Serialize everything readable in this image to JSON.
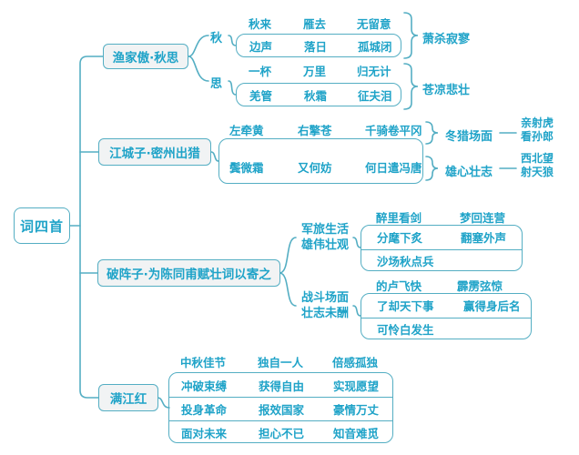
{
  "colors": {
    "accent_text": "#1fa3c8",
    "line": "#54aec3",
    "node_fill": "#f1f3f4",
    "background": "#ffffff"
  },
  "root": {
    "label": "词四首"
  },
  "branch1": {
    "title": "渔家傲·秋思",
    "sections": [
      {
        "label": "秋",
        "row1": [
          "秋来",
          "雁去",
          "无留意"
        ],
        "row2": [
          "边声",
          "落日",
          "孤城闭"
        ],
        "summary": "萧杀寂寥"
      },
      {
        "label": "思",
        "row1": [
          "一杯",
          "万里",
          "归无计"
        ],
        "row2": [
          "羌管",
          "秋霜",
          "征夫泪"
        ],
        "summary": "苍凉悲壮"
      }
    ]
  },
  "branch2": {
    "title": "江城子·密州出猎",
    "row1": {
      "phrases": [
        "左牵黄",
        "右擎苍",
        "千骑卷平冈"
      ],
      "summary": "冬猎场面",
      "endings": [
        "亲射虎",
        "看孙郎"
      ]
    },
    "row2": {
      "phrases": [
        "鬓微霜",
        "又何妨",
        "何日遣冯唐"
      ],
      "summary": "雄心壮志",
      "endings": [
        "西北望",
        "射天狼"
      ]
    }
  },
  "branch3": {
    "title": "破阵子·为陈同甫赋壮词以寄之",
    "sections": [
      {
        "label_lines": [
          "军旅生活",
          "雄伟壮观"
        ],
        "row1": [
          "醉里看剑",
          "梦回连营"
        ],
        "row2": [
          "分麾下炙",
          "翻塞外声"
        ],
        "row3": [
          "沙场秋点兵"
        ]
      },
      {
        "label_lines": [
          "战斗场面",
          "壮志未酬"
        ],
        "row1": [
          "的卢飞快",
          "霹雳弦惊"
        ],
        "row2": [
          "了却天下事",
          "赢得身后名"
        ],
        "row3": [
          "可怜白发生"
        ]
      }
    ]
  },
  "branch4": {
    "title": "满江红",
    "rows": [
      [
        "中秋佳节",
        "独自一人",
        "倍感孤独"
      ],
      [
        "冲破束缚",
        "获得自由",
        "实现愿望"
      ],
      [
        "投身革命",
        "报效国家",
        "豪情万丈"
      ],
      [
        "面对未来",
        "担心不已",
        "知音难觅"
      ]
    ]
  }
}
